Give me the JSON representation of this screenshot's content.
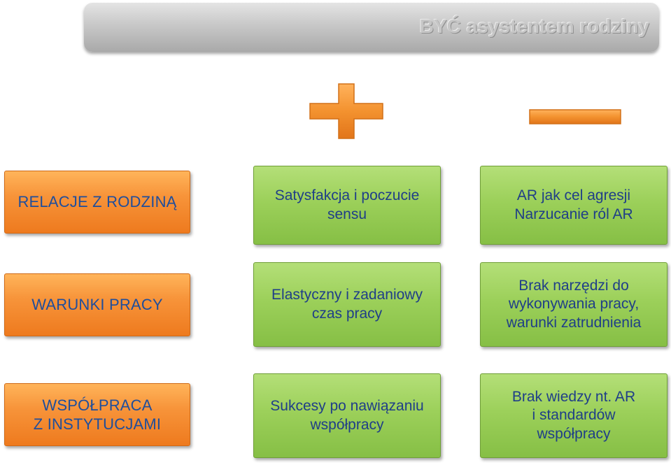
{
  "title": "BYĆ asystentem rodziny",
  "symbols": {
    "plus_color": "#f0912f",
    "minus_color": "#f0912f"
  },
  "rows": [
    {
      "category": "RELACJE Z RODZINĄ",
      "positive": "Satysfakcja i poczucie\nsensu",
      "negative": "AR jak cel agresji\nNarzucanie ról AR"
    },
    {
      "category": "WARUNKI PRACY",
      "positive": "Elastyczny i zadaniowy\nczas pracy",
      "negative": "Brak narzędzi do\nwykonywania pracy,\nwarunki zatrudnienia"
    },
    {
      "category": "WSPÓŁPRACA\nZ INSTYTUCJAMI",
      "positive": "Sukcesy po nawiązaniu\nwspółpracy",
      "negative": "Brak wiedzy nt. AR\ni standardów\nwspółpracy"
    }
  ]
}
